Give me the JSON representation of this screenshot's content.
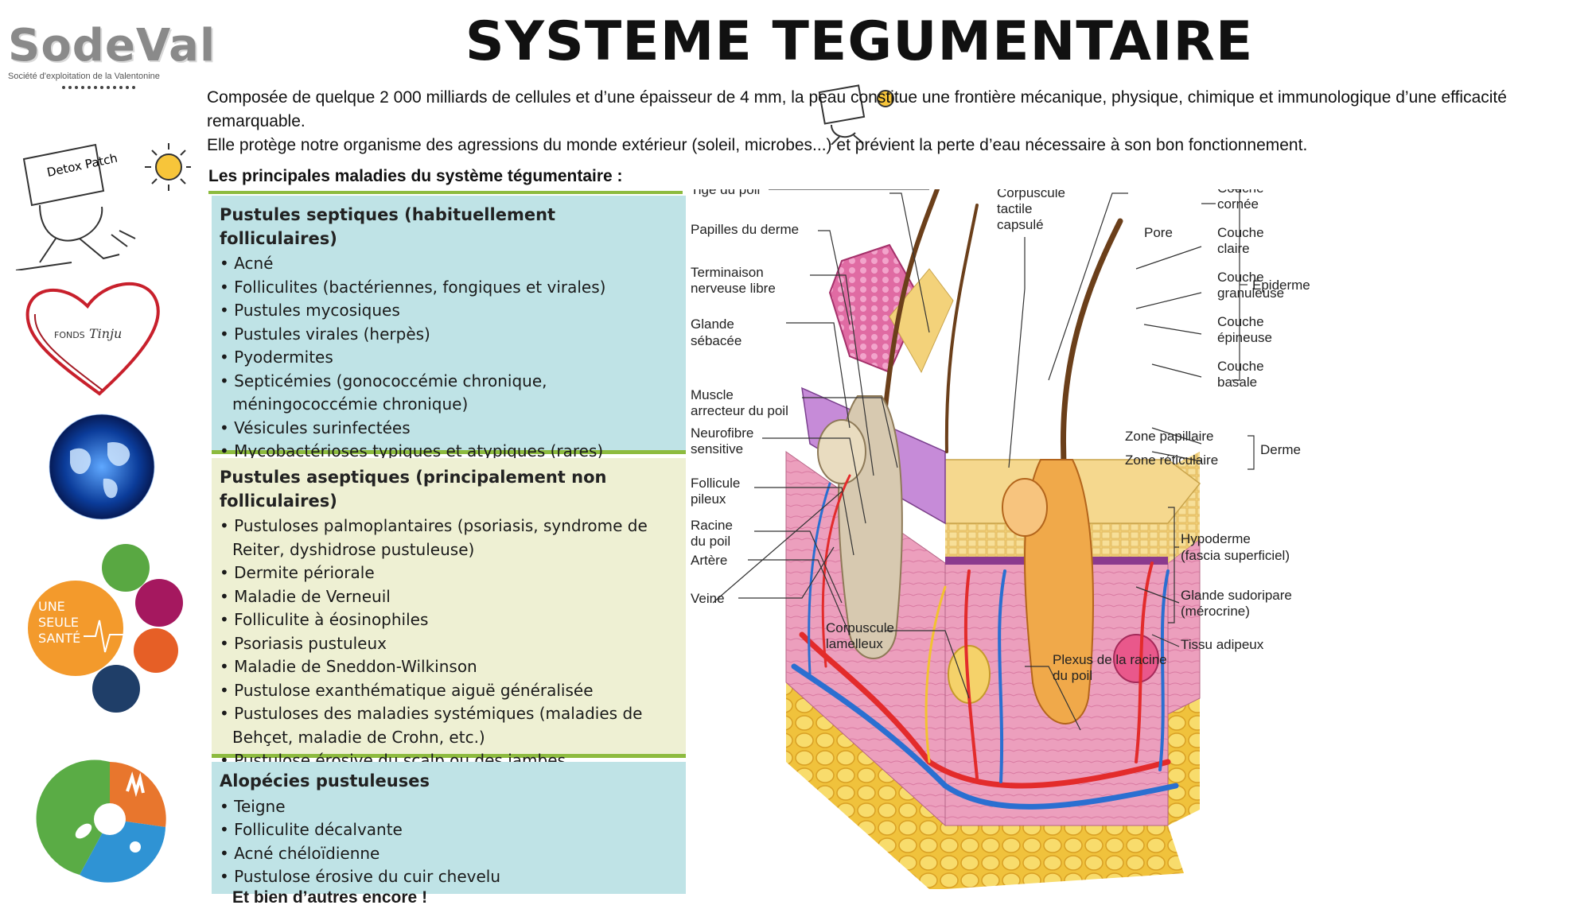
{
  "header": {
    "title": "SYSTEME TEGUMENTAIRE",
    "intro_line1": "Composée de quelque 2 000 milliards de cellules et d’une épaisseur de  4 mm, la peau constitue une frontière  mécanique,  physique,  chimique  et  immunologique d’une  efficacité  remarquable.",
    "intro_line2": "Elle protège notre organisme des agressions du  monde extérieur (soleil, microbes...)  et prévient la perte d’eau nécessaire à son bon fonctionnement."
  },
  "logos": {
    "sodeval": "SodeVal",
    "sodeval_subtitle": "Société d'exploitation de la Valentonine",
    "detox_patch": "Detox Patch",
    "fonds": "FONDS",
    "fonds_name": "Tinju",
    "une_seule_sante_1": "UNE",
    "une_seule_sante_2": "SEULE",
    "une_seule_sante_3": "SANTÉ"
  },
  "diseases": {
    "heading": "Les principales maladies du système tégumentaire :",
    "groups": [
      {
        "title": "Pustules septiques (habituellement folliculaires)",
        "items": [
          "Acné",
          "Folliculites (bactériennes, fongiques et virales)",
          "Pustules mycosiques",
          "Pustules virales (herpès)",
          "Pyodermites",
          "Septicémies (gonococcémie chronique, méningococcémie chronique)",
          "Vésicules surinfectées",
          "Mycobactérioses typiques et atypiques (rares)"
        ]
      },
      {
        "title": "Pustules aseptiques (principalement non folliculaires)",
        "items": [
          "Pustuloses palmoplantaires (psoriasis, syndrome de Reiter, dyshidrose pustuleuse)",
          "Dermite périorale",
          "Maladie de Verneuil",
          "Folliculite à éosinophiles",
          "Psoriasis pustuleux",
          "Maladie de Sneddon-Wilkinson",
          "Pustulose exanthématique aiguë généralisée",
          "Pustuloses des maladies systémiques (maladies de Behçet, maladie de Crohn, etc.)",
          "Pustulose érosive du scalp ou des jambes"
        ]
      },
      {
        "title": "Alopécies pustuleuses",
        "items": [
          "Teigne",
          "Folliculite décalvante",
          "Acné chéloïdienne",
          "Pustulose érosive du cuir chevelu"
        ]
      }
    ],
    "more": "Et bien d’autres encore !"
  },
  "diagram_labels": {
    "tige": "Tige du poil",
    "papilles": "Papilles du derme",
    "terminaison_1": "Terminaison",
    "terminaison_2": "nerveuse libre",
    "glande_seb_1": "Glande",
    "glande_seb_2": "sébacée",
    "muscle_1": "Muscle",
    "muscle_2": "arrecteur du poil",
    "neurofibre_1": "Neurofibre",
    "neurofibre_2": "sensitive",
    "follicule_1": "Follicule",
    "follicule_2": "pileux",
    "racine_1": "Racine",
    "racine_2": "du poil",
    "artere": "Artère",
    "veine": "Veine",
    "corp_lam_1": "Corpuscule",
    "corp_lam_2": "lamelleux",
    "corp_tact_1": "Corpuscule",
    "corp_tact_2": "tactile",
    "corp_tact_3": "capsulé",
    "pore": "Pore",
    "plexus_1": "Plexus de la racine",
    "plexus_2": "du poil",
    "cornee_1": "Couche",
    "cornee_2": "cornée",
    "claire_1": "Couche",
    "claire_2": "claire",
    "granuleuse_1": "Couche",
    "granuleuse_2": "granuleuse",
    "epineuse_1": "Couche",
    "epineuse_2": "épineuse",
    "basale_1": "Couche",
    "basale_2": "basale",
    "epiderme": "Épiderme",
    "zone_pap": "Zone papillaire",
    "zone_ret": "Zone réticulaire",
    "derme": "Derme",
    "hypoderme_1": "Hypoderme",
    "hypoderme_2": "(fascia superficiel)",
    "sudoripare_1": "Glande sudoripare",
    "sudoripare_2": "(mérocrine)",
    "adipeux": "Tissu adipeux"
  },
  "colors": {
    "panel_blue": "#bfe3e6",
    "panel_cream": "#eef0d3",
    "separator_green": "#8dbb3f",
    "dermis_pink": "#ec9fbd",
    "epidermis_yellow": "#f3d27a",
    "artery_red": "#e32b2b",
    "vein_blue": "#2a6fd1"
  }
}
